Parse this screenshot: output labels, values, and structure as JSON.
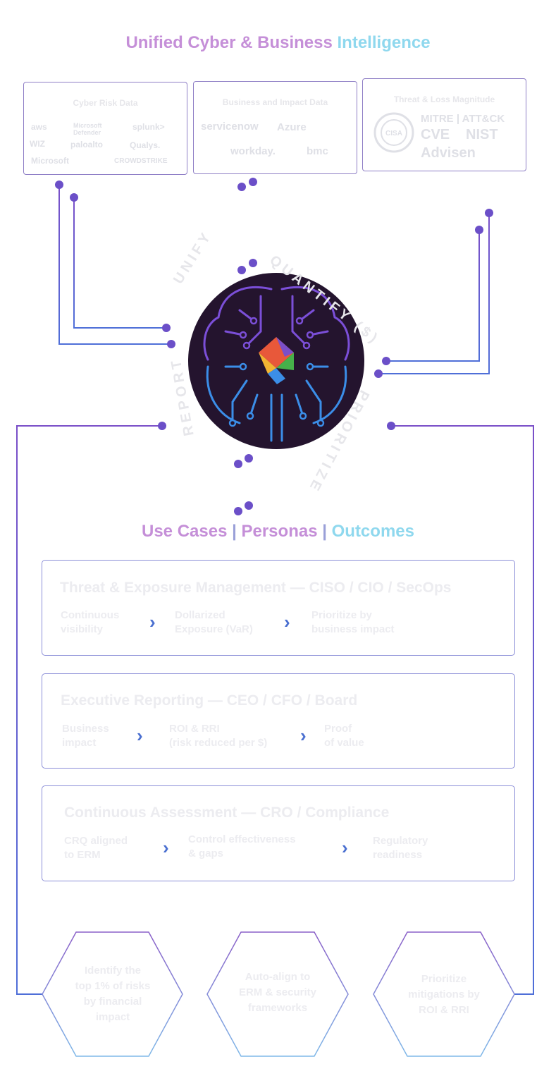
{
  "header": {
    "title_part1": "Unified Cyber &  Business",
    "title_part2": "Intelligence"
  },
  "sources": [
    {
      "title": "Cyber Risk Data",
      "logos": [
        "aws",
        "Microsoft Defender",
        "splunk>",
        "WIZ",
        "paloalto",
        "Qualys.",
        "Microsoft",
        "CROWDSTRIKE"
      ]
    },
    {
      "title": "Business and Impact Data",
      "logos": [
        "servicenow",
        "Azure",
        "workday.",
        "bmc"
      ]
    },
    {
      "title": "Threat & Loss Magnitude",
      "logos": [
        "CISA",
        "MITRE | ATT&CK",
        "CVE",
        "NIST",
        "Advisen"
      ]
    }
  ],
  "ring_labels": [
    "UNIFY",
    "QUANTIFY ($)",
    "PRIORITIZE",
    "REPORT"
  ],
  "outcomes_heading": {
    "part1": "Use Cases",
    "sep1": "|",
    "part2": "Personas",
    "sep2": "|",
    "part3": "Outcomes"
  },
  "use_cases": [
    {
      "title": "Threat & Exposure Management — CISO / CIO / SecOps",
      "steps": [
        {
          "line1": "Continuous",
          "line2": "visibility"
        },
        {
          "line1": "Dollarized",
          "line2": "Exposure (VaR)"
        },
        {
          "line1": "Prioritize by",
          "line2": "business impact"
        }
      ]
    },
    {
      "title": "Executive Reporting — CEO / CFO / Board",
      "steps": [
        {
          "line1": "Business",
          "line2": "impact"
        },
        {
          "line1": "ROI & RRI",
          "line2": "(risk reduced per $)"
        },
        {
          "line1": "Proof",
          "line2": "of value"
        }
      ]
    },
    {
      "title": "Continuous Assessment — CRO / Compliance",
      "steps": [
        {
          "line1": "CRQ aligned",
          "line2": "to ERM"
        },
        {
          "line1": "Control effectiveness",
          "line2": "& gaps"
        },
        {
          "line1": "Regulatory",
          "line2": "readiness"
        }
      ]
    }
  ],
  "chevron": "›",
  "outcomes": [
    {
      "l1": "Identify the",
      "l2": "top 1% of risks",
      "l3": "by financial",
      "l4": "impact"
    },
    {
      "l1": "Auto-align to",
      "l2": "ERM & security",
      "l3": "frameworks",
      "l4": ""
    },
    {
      "l1": "Prioritize",
      "l2": "mitigations by",
      "l3": "ROI & RRI",
      "l4": ""
    }
  ],
  "colors": {
    "purple": "#c58fd8",
    "blue": "#8fd8ee",
    "wire": "#6b4fc8",
    "circuit_purple": "#7b4fd8",
    "circuit_blue": "#3b8ee8",
    "brain_bg": "#24142e"
  }
}
